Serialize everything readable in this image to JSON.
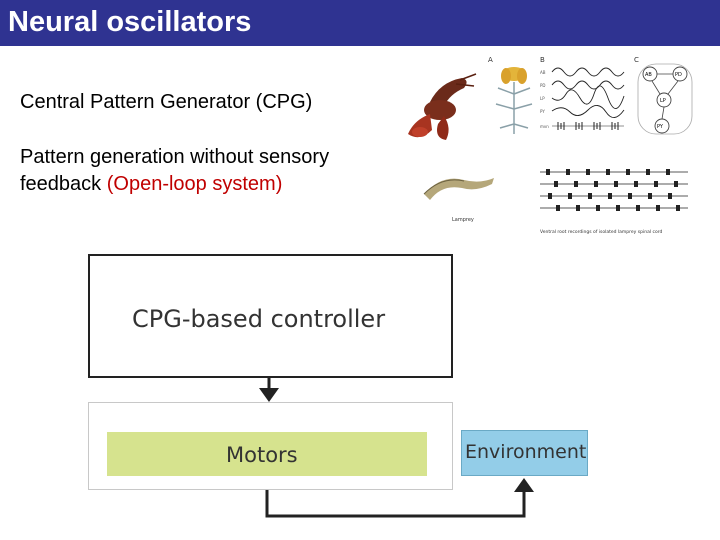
{
  "slide": {
    "title": "Neural oscillators",
    "line1": "Central Pattern Generator (CPG)",
    "line2a": "Pattern generation without sensory",
    "line2b": "feedback ",
    "line2c": "(Open-loop system)"
  },
  "figures": {
    "lobster_icon": "lobster-icon",
    "lamprey_icon": "lamprey-icon",
    "lamprey_caption": "Lamprey",
    "recording_caption": "Ventral root recordings of isolated lamprey spinal cord",
    "panel_labels": [
      "A",
      "B",
      "C"
    ],
    "trace_labels": [
      "AB",
      "PD",
      "LP",
      "PY",
      "mvn"
    ],
    "circuit_nodes": [
      "AB",
      "PD",
      "LP",
      "PY"
    ]
  },
  "diagram": {
    "controller_prefix": "CPG",
    "controller_rest": "-based controller",
    "motors": "Motors",
    "environment": "Environment",
    "colors": {
      "motors": "#d6e38e",
      "environment": "#93cde8",
      "line": "#222222",
      "red": "#c00000"
    }
  }
}
